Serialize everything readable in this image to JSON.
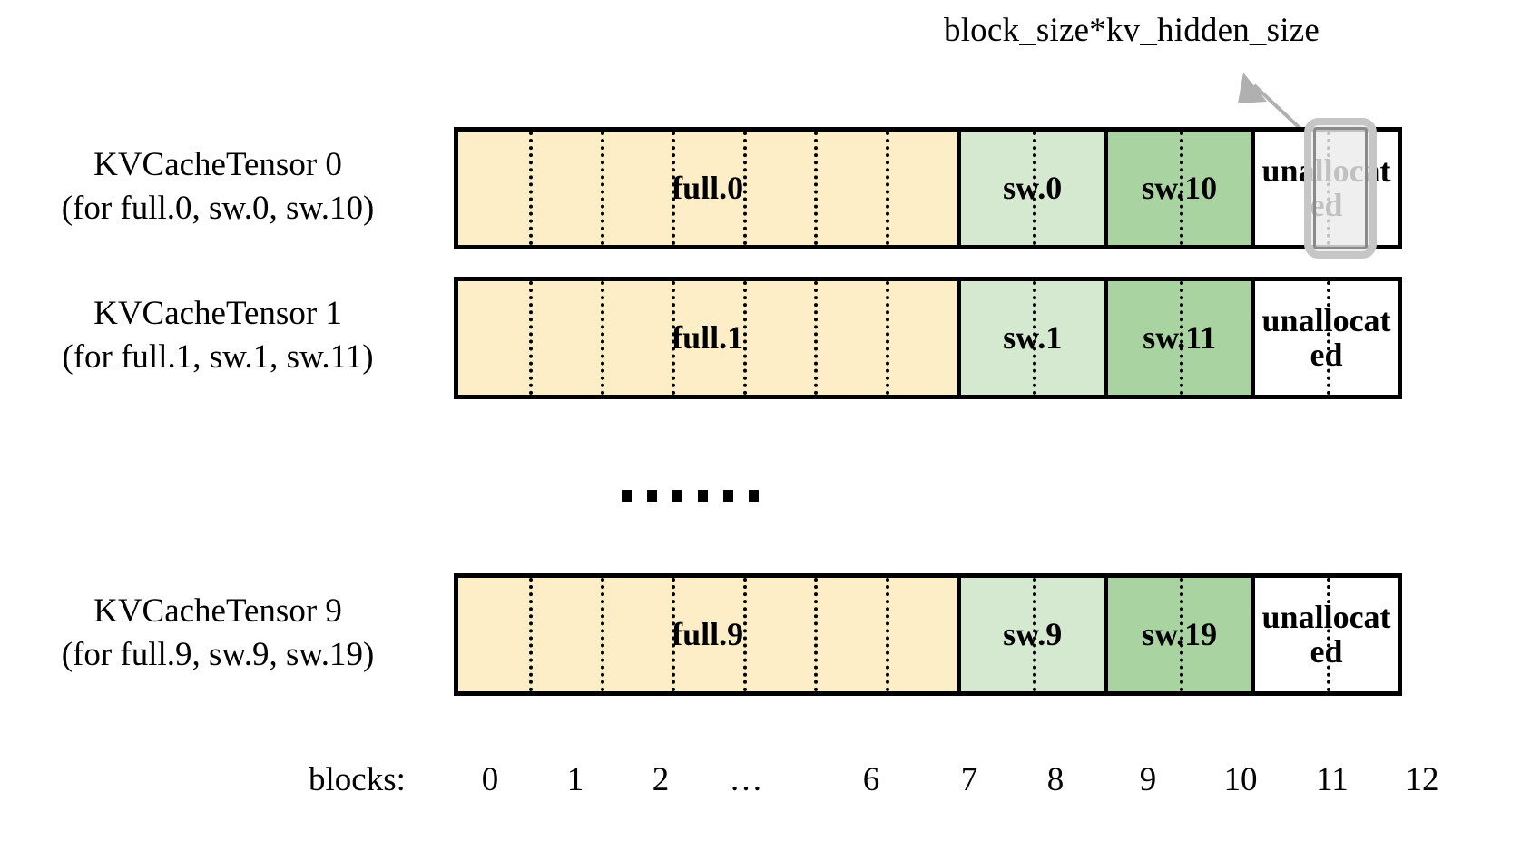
{
  "annotation": {
    "text": "block_size*kv_hidden_size",
    "arrow_icon": "arrow-up-right-icon",
    "target_block": 11
  },
  "colors": {
    "full_fill": "#fdeec7",
    "sw_low_fill": "#d5e8d0",
    "sw_high_fill": "#a9d3a0",
    "unallocated_fill": "#ffffff",
    "outline": "#000000",
    "highlight_border": "#c6c6c6",
    "highlight_fill": "#ebebeb"
  },
  "rows": [
    {
      "label_line1": "KVCacheTensor 0",
      "label_line2": "(for full.0, sw.0, sw.10)",
      "segments": [
        {
          "name": "full.0",
          "blocks": 7
        },
        {
          "name": "sw.0",
          "blocks": 2
        },
        {
          "name": "sw.10",
          "blocks": 2
        },
        {
          "name": "unallocated",
          "blocks": 2
        }
      ]
    },
    {
      "label_line1": "KVCacheTensor 1",
      "label_line2": "(for full.1, sw.1, sw.11)",
      "segments": [
        {
          "name": "full.1",
          "blocks": 7
        },
        {
          "name": "sw.1",
          "blocks": 2
        },
        {
          "name": "sw.11",
          "blocks": 2
        },
        {
          "name": "unallocated",
          "blocks": 2
        }
      ]
    },
    {
      "label_line1": "KVCacheTensor 9",
      "label_line2": "(for full.9, sw.9, sw.19)",
      "segments": [
        {
          "name": "full.9",
          "blocks": 7
        },
        {
          "name": "sw.9",
          "blocks": 2
        },
        {
          "name": "sw.19",
          "blocks": 2
        },
        {
          "name": "unallocated",
          "blocks": 2
        }
      ]
    }
  ],
  "ellipsis": "......",
  "axis": {
    "title": "blocks:",
    "ticks": [
      "0",
      "1",
      "2",
      "…",
      "6",
      "7",
      "8",
      "9",
      "10",
      "11",
      "12"
    ]
  }
}
